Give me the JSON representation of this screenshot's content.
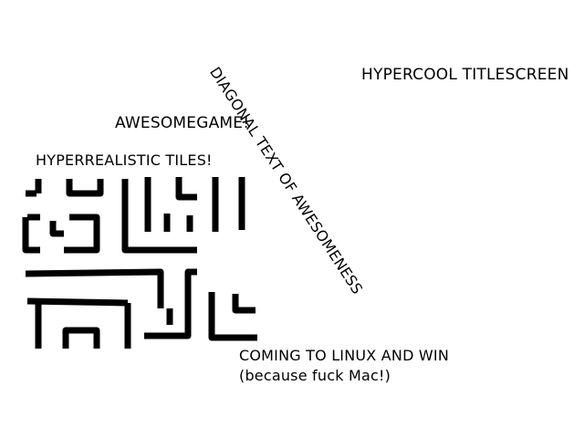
{
  "screen": {
    "title": "HYPERCOOL TITLESCREEN",
    "game_name": "AWESOMEGAME!",
    "tiles_caption": "HYPERREALISTIC TILES!",
    "diagonal_text": "DIAGONAL TEXT OF AWESOMENESS",
    "release_line1": "COMING TO LINUX AND WIN",
    "release_line2": "(because fuck Mac!)"
  },
  "colors": {
    "background": "#ffffff",
    "ink": "#000000"
  }
}
